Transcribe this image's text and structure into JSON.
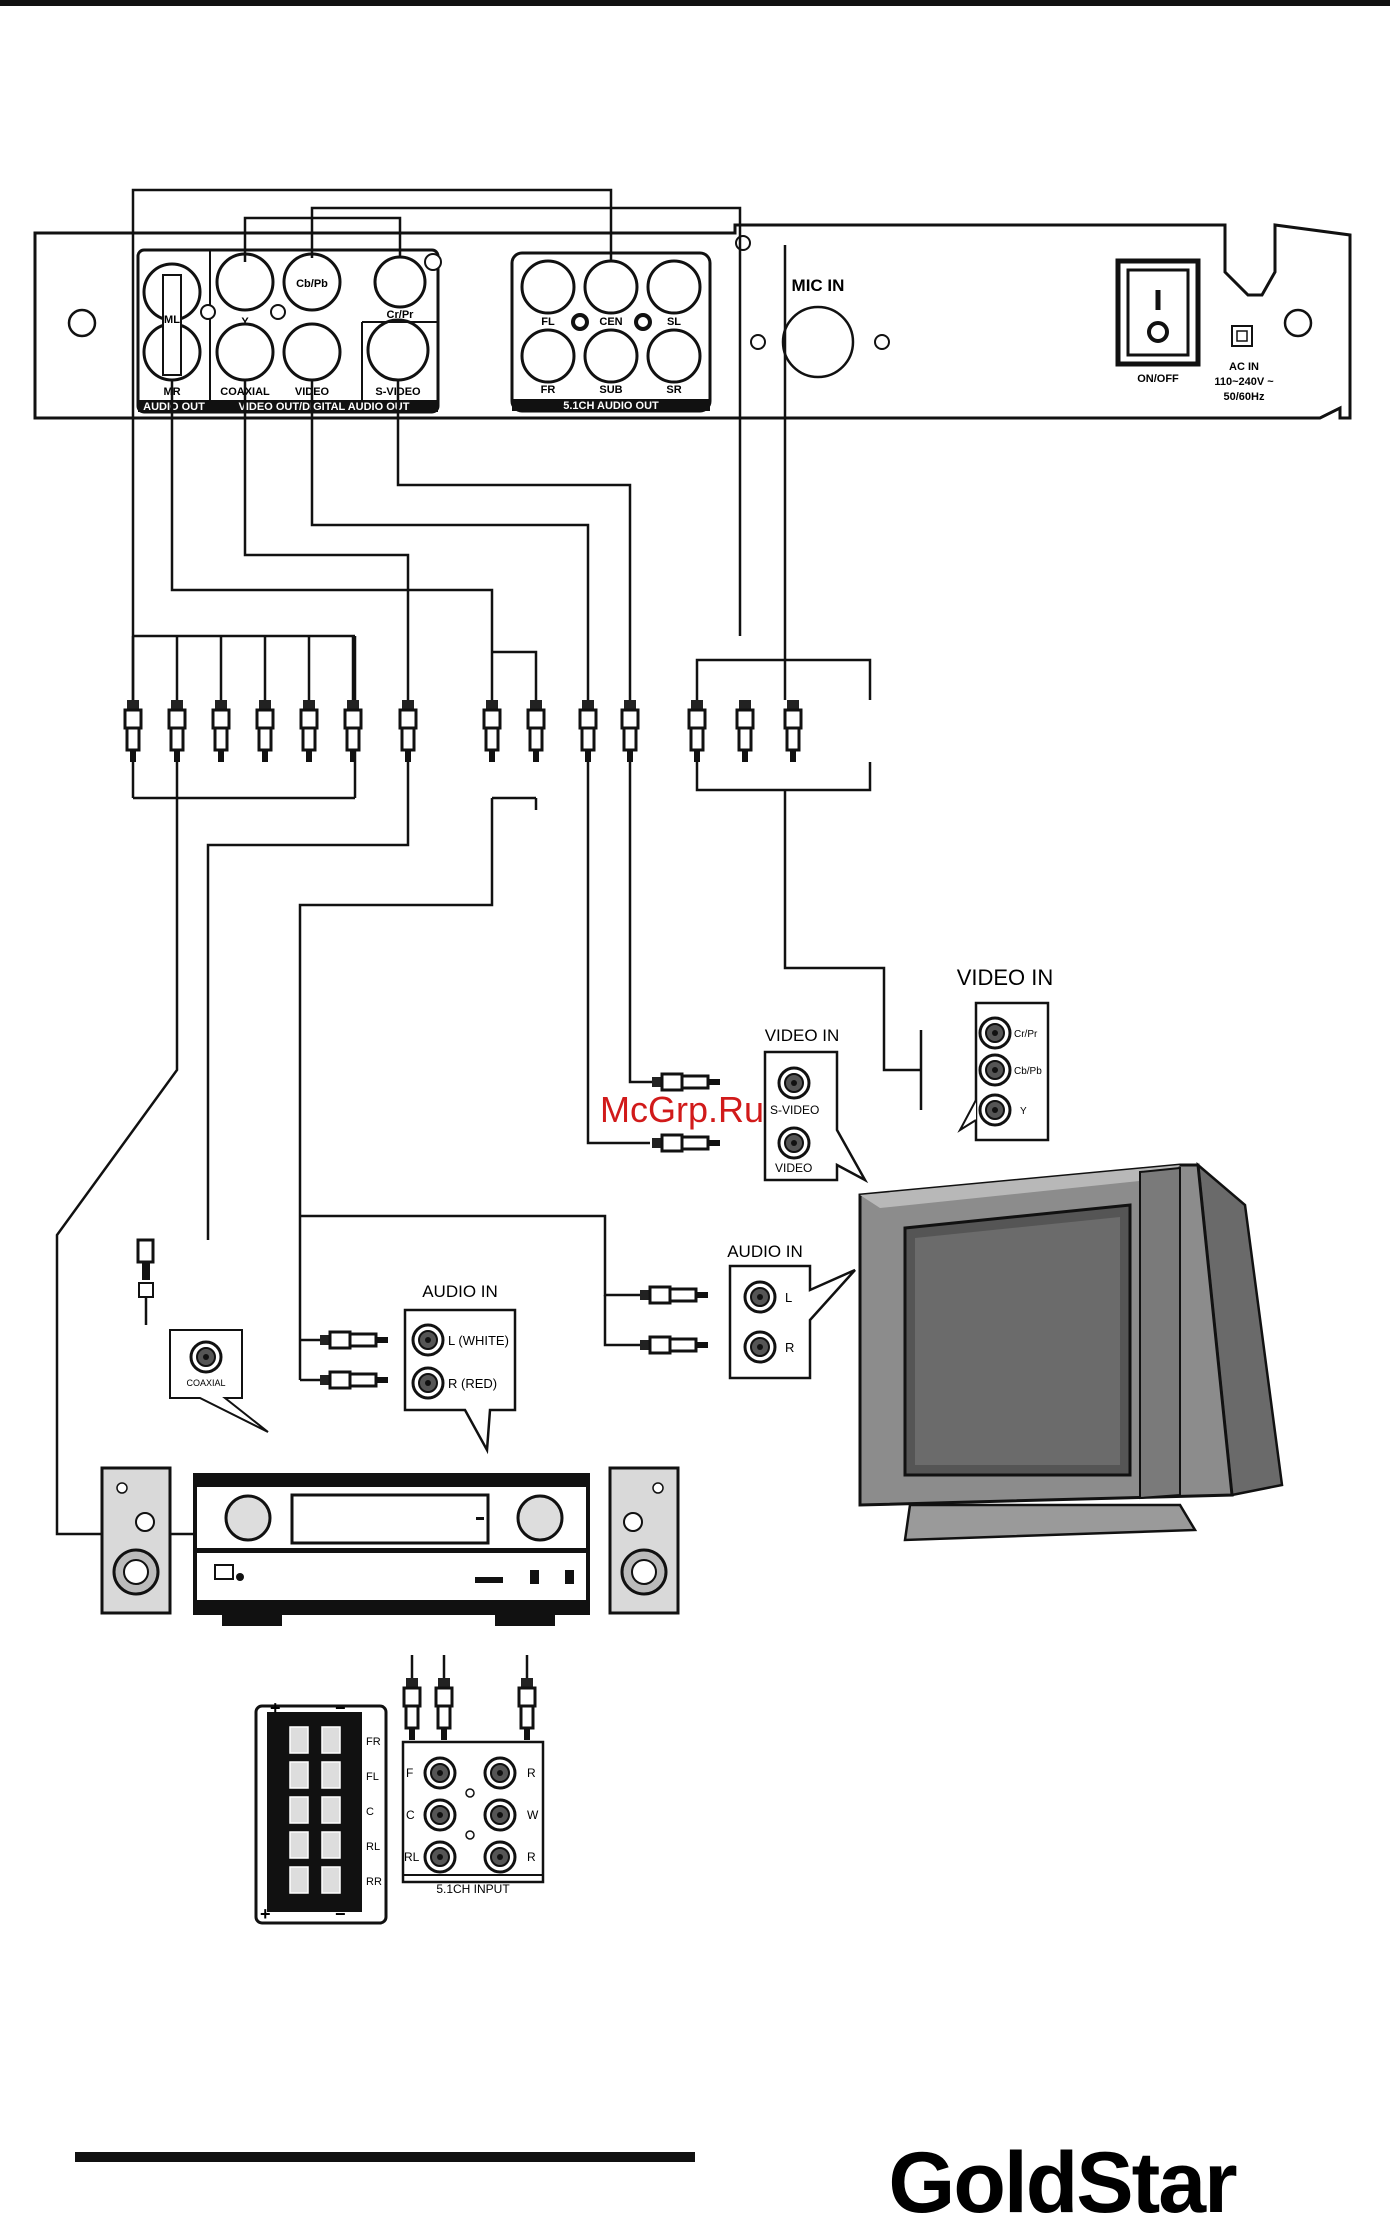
{
  "brand": {
    "logo_text": "GoldStar"
  },
  "watermark": "McGrp.Ru",
  "player_panel": {
    "audio_out": {
      "ml": "ML",
      "mr": "MR",
      "section": "AUDIO OUT"
    },
    "video_out": {
      "y": "Y",
      "cbpb": "Cb/Pb",
      "crpr": "Cr/Pr",
      "coaxial": "COAXIAL",
      "video": "VIDEO",
      "svideo": "S-VIDEO",
      "section": "VIDEO OUT/DIGITAL AUDIO OUT"
    },
    "ch51": {
      "fl": "FL",
      "cen": "CEN",
      "sl": "SL",
      "fr": "FR",
      "sub": "SUB",
      "sr": "SR",
      "section": "5.1CH AUDIO OUT"
    },
    "mic_in": "MIC IN",
    "onoff": "ON/OFF",
    "ac_in": "AC  IN",
    "voltage": "110~240V ~",
    "freq": "50/60Hz"
  },
  "tv_component": {
    "title": "VIDEO IN",
    "crpr": "Cr/Pr",
    "cbpb": "Cb/Pb",
    "y": "Y"
  },
  "tv_video": {
    "title": "VIDEO IN",
    "svideo": "S-VIDEO",
    "video": "VIDEO"
  },
  "tv_audio": {
    "title": "AUDIO IN",
    "l": "L",
    "r": "R"
  },
  "amp_audio": {
    "title": "AUDIO IN",
    "l": "L (WHITE)",
    "r": "R (RED)"
  },
  "amp_coax": {
    "label": "COAXIAL"
  },
  "speaker_term": {
    "fr": "FR",
    "fl": "FL",
    "c": "C",
    "rl": "RL",
    "rr": "RR",
    "plus": "+",
    "minus": "−"
  },
  "input51": {
    "title": "5.1CH INPUT",
    "fl": "F",
    "fr": "R",
    "c": "C",
    "w": "W",
    "rl": "RL",
    "rr": "R"
  }
}
